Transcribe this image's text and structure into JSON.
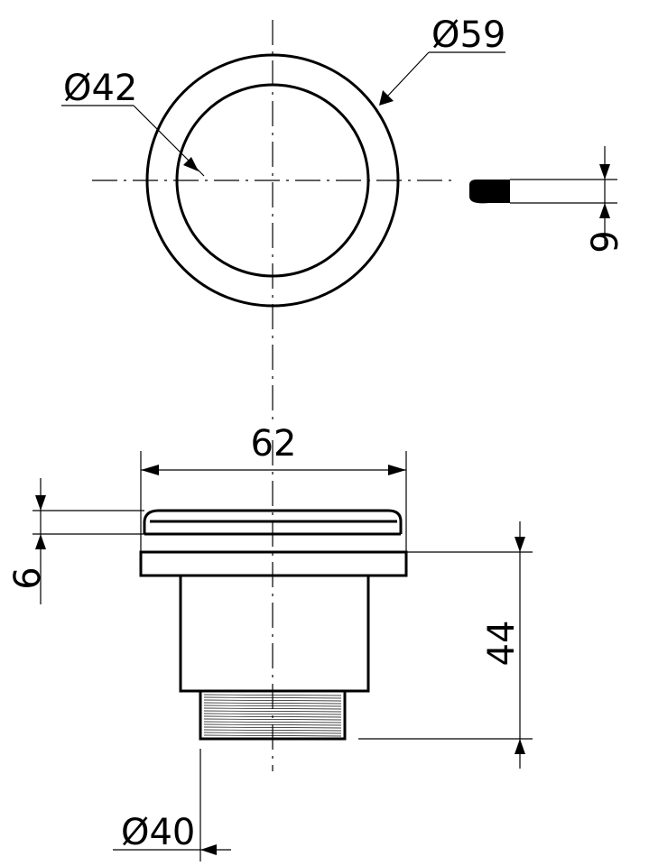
{
  "dimensions": {
    "outer_diameter": "Ø59",
    "inner_diameter": "Ø42",
    "side_thickness": "9",
    "overall_width": "62",
    "cap_height": "6",
    "body_height": "44",
    "thread_diameter": "Ø40"
  }
}
